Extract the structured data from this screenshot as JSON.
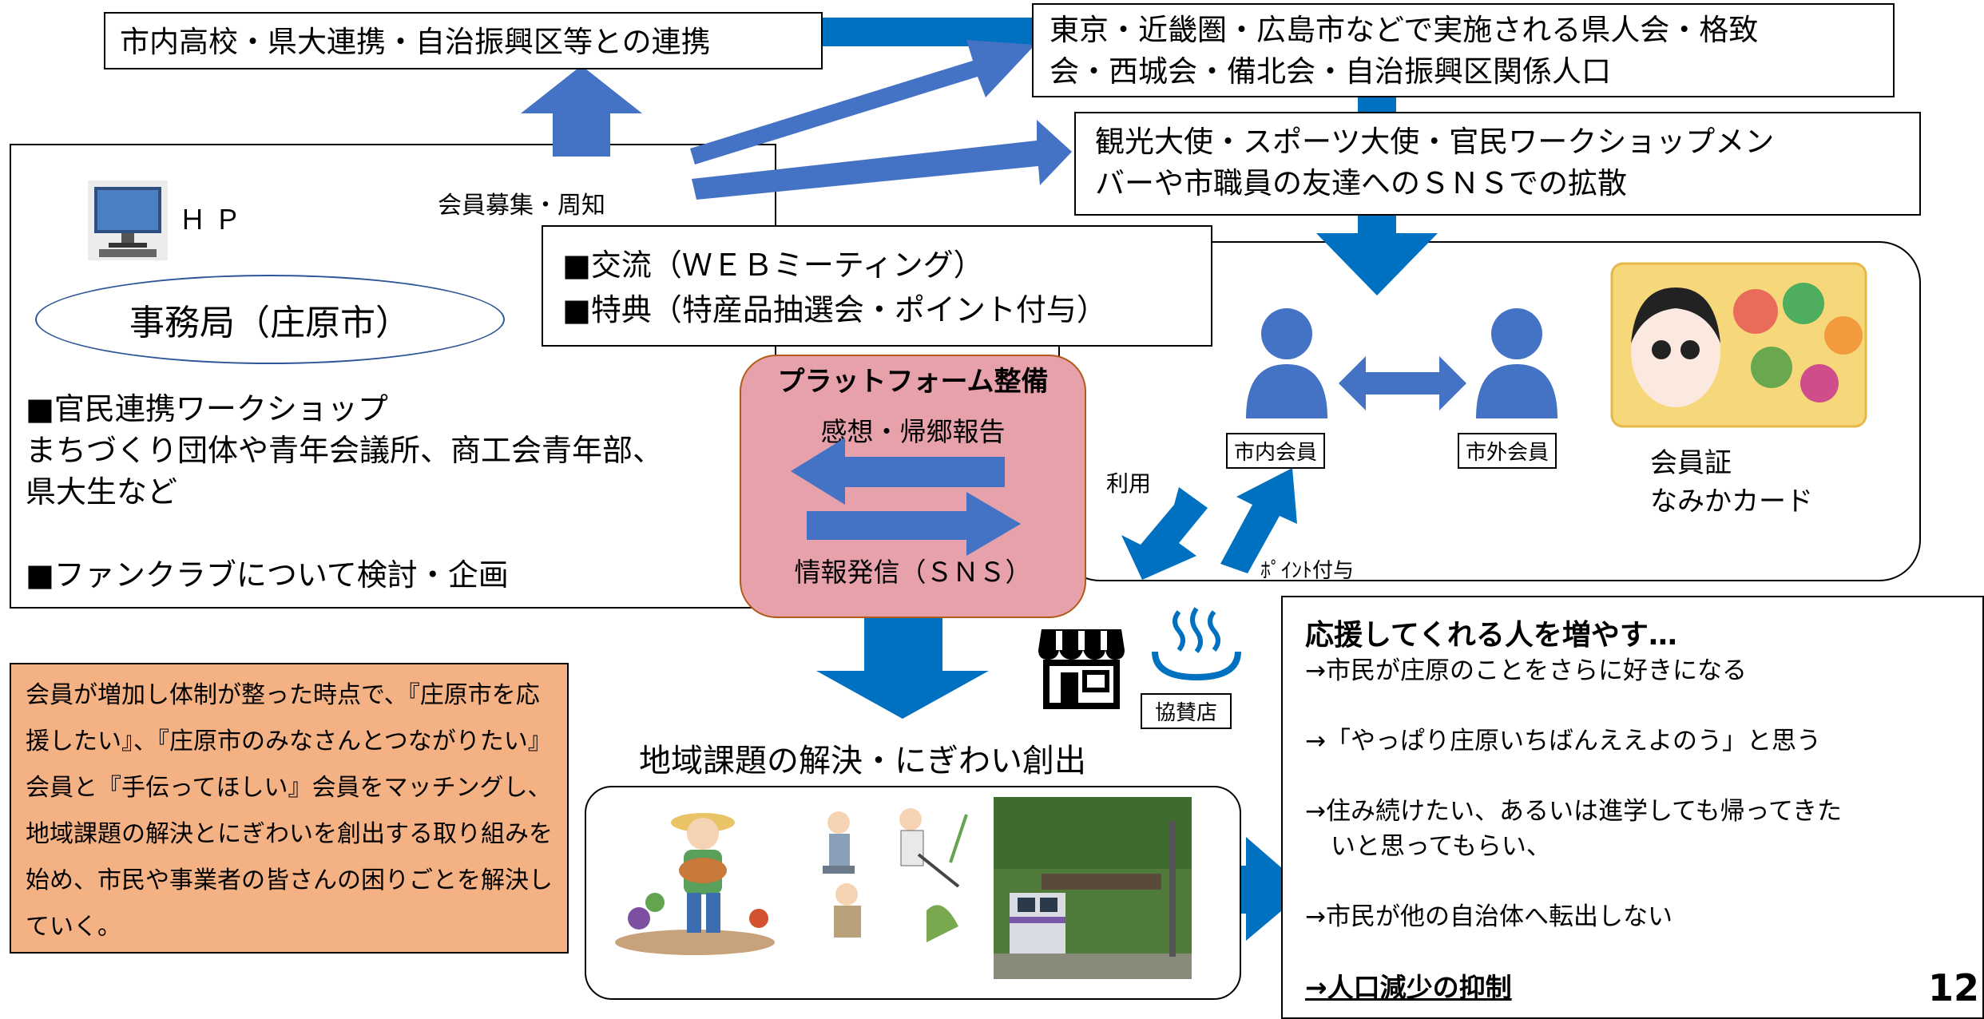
{
  "top": {
    "left_box": "市内高校・県大連携・自治振興区等との連携",
    "right_box_line1": "東京・近畿圏・広島市などで実施される県人会・格致",
    "right_box_line2": "会・西城会・備北会・自治振興区関係人口",
    "ambassador_line1": "観光大使・スポーツ大使・官民ワークショップメン",
    "ambassador_line2": "バーや市職員の友達へのＳＮＳでの拡散"
  },
  "left_panel": {
    "hp_label": "ＨＰ",
    "member_recruit": "会員募集・周知",
    "office": "事務局（庄原市）",
    "workshop_line1": "■官民連携ワークショップ",
    "workshop_line2": "まちづくり団体や青年会議所、商工会青年部、",
    "workshop_line3": "県大生など",
    "fanclub": "■ファンクラブについて検討・企画"
  },
  "exchange": {
    "line1": "■交流（ＷＥＢミーティング）",
    "line2": "■特典（特産品抽選会・ポイント付与）"
  },
  "platform": {
    "title": "プラットフォーム整備",
    "feedback": "感想・帰郷報告",
    "sns": "情報発信（ＳＮＳ）"
  },
  "members": {
    "inside": "市内会員",
    "outside": "市外会員",
    "card_line1": "会員証",
    "card_line2": "なみかカード",
    "use": "利用",
    "point": "ﾎﾟｲﾝﾄ付与",
    "sponsor": "協賛店"
  },
  "orange_note": "会員が増加し体制が整った時点で、『庄原市を応援したい』、『庄原市のみなさんとつながりたい』会員と『手伝ってほしい』会員をマッチングし、地域課題の解決とにぎわいを創出する取り組みを始め、市民や事業者の皆さんの困りごとを解決していく。",
  "solution": {
    "title": "地域課題の解決・にぎわい創出"
  },
  "support": {
    "title": "応援してくれる人を増やす…",
    "item1": "→市民が庄原のことをさらに好きになる",
    "item2": "→「やっぱり庄原いちばんええよのう」と思う",
    "item3_line1": "→住み続けたい、あるいは進学しても帰ってきた",
    "item3_line2": "いと思ってもらい、",
    "item4": "→市民が他の自治体へ転出しない",
    "conclusion": "→人口減少の抑制"
  },
  "page_number": "12",
  "colors": {
    "arrow_blue": "#4472c4",
    "arrow_dark_blue": "#0070c0",
    "platform_pink": "#e6a1aa",
    "orange": "#f4b183",
    "person_blue": "#4472c4"
  },
  "icons": [
    "computer-icon",
    "person-icon",
    "shop-icon",
    "hot-spring-icon",
    "member-card-image",
    "farmer-illustration",
    "workers-illustration",
    "train-photo"
  ]
}
